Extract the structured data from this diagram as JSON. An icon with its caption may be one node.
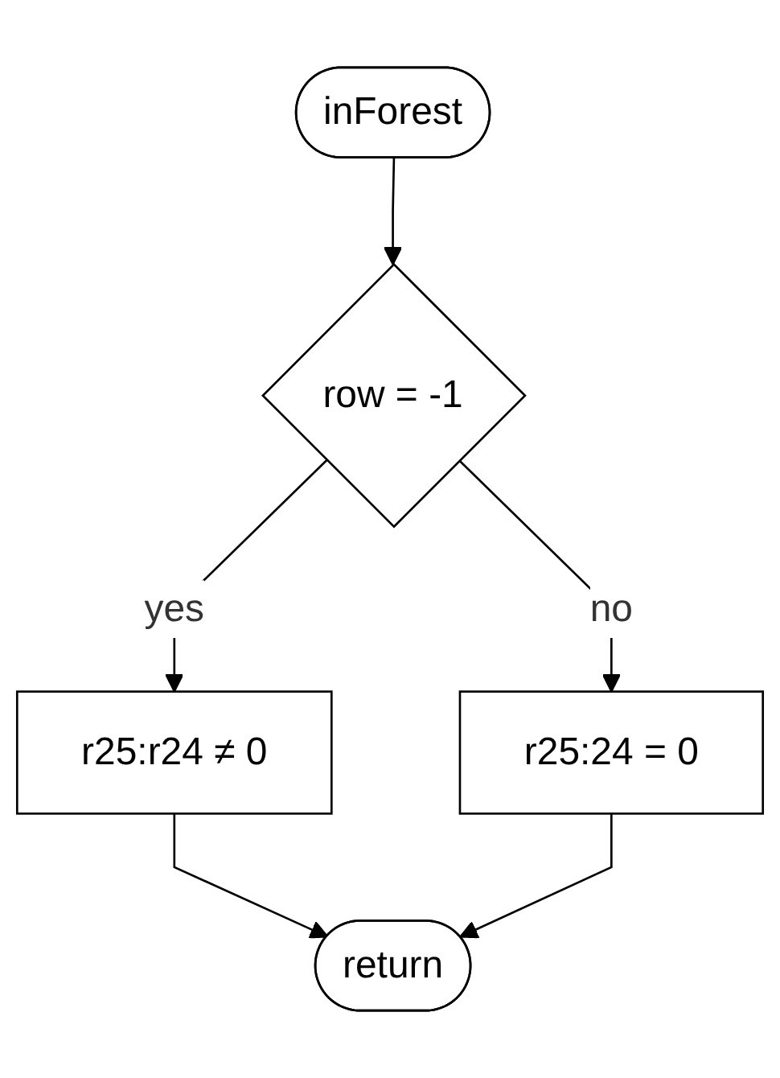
{
  "diagram": {
    "nodes": [
      {
        "text": [
          "inForest"
        ]
      },
      {
        "text": [
          "row = -1"
        ]
      },
      {
        "text": [
          "r25:r24 ≠ 0"
        ]
      },
      {
        "text": [
          "r25:24 = 0"
        ]
      },
      {
        "text": [
          "return"
        ]
      }
    ],
    "edges": [
      {
        "from": 0,
        "to": 1,
        "arrow": "to"
      },
      {
        "from": 1,
        "to": 2,
        "arrow": "to",
        "label": "yes"
      },
      {
        "from": 1,
        "to": 3,
        "arrow": "to",
        "label": "no"
      },
      {
        "from": 2,
        "to": 4,
        "arrow": "to"
      },
      {
        "from": 3,
        "to": 4,
        "arrow": "to"
      }
    ]
  }
}
